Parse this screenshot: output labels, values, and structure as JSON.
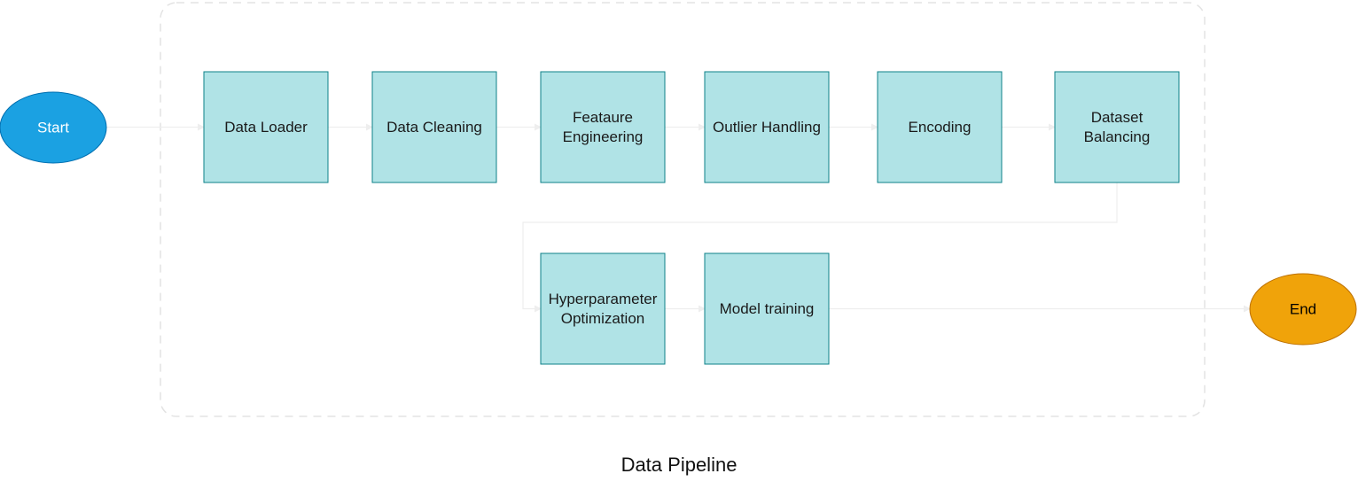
{
  "diagram": {
    "title": "Data Pipeline",
    "start": {
      "label": "Start",
      "fill": "#1ba1e2",
      "stroke": "#006eaf",
      "text_color": "#ffffff"
    },
    "end": {
      "label": "End",
      "fill": "#f0a30a",
      "stroke": "#bd7000",
      "text_color": "#000000"
    },
    "box_fill": "#b0e3e6",
    "box_stroke": "#0e8088",
    "steps": [
      {
        "id": "data-loader",
        "lines": [
          "Data Loader"
        ]
      },
      {
        "id": "data-cleaning",
        "lines": [
          "Data Cleaning"
        ]
      },
      {
        "id": "feature-engineering",
        "lines": [
          "Feataure",
          "Engineering"
        ]
      },
      {
        "id": "outlier-handling",
        "lines": [
          "Outlier Handling"
        ]
      },
      {
        "id": "encoding",
        "lines": [
          "Encoding"
        ]
      },
      {
        "id": "dataset-balancing",
        "lines": [
          "Dataset",
          "Balancing"
        ]
      },
      {
        "id": "hyperparameter-optimization",
        "lines": [
          "Hyperparameter",
          "Optimization"
        ]
      },
      {
        "id": "model-training",
        "lines": [
          "Model training"
        ]
      }
    ]
  }
}
